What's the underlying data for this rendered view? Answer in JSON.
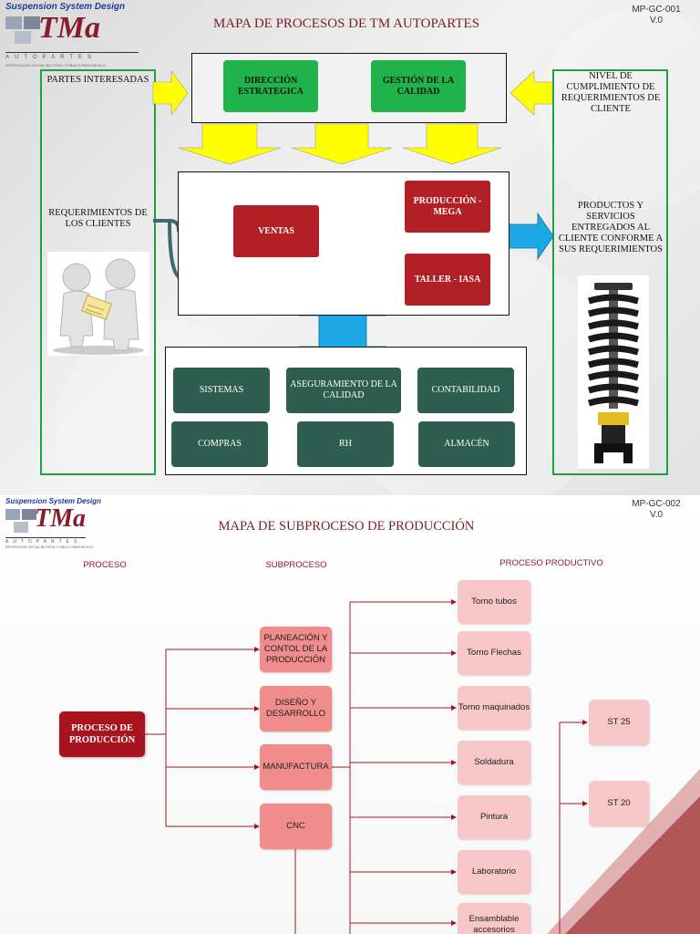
{
  "slide1": {
    "logo": {
      "brand": "Suspension System Design",
      "mark": "TMa",
      "sub": "AUTOPARTES",
      "tiny": "IMPORTADOR OFICIAL BILSTEIN Y EIBACH PARA MEXICO"
    },
    "code": "MP-GC-001",
    "version": "V.0",
    "title": "MAPA DE PROCESOS DE TM AUTOPARTES",
    "left_top_label": "PARTES INTERESADAS",
    "left_mid_label": "REQUERIMIENTOS DE LOS CLIENTES",
    "right_top_label": "NIVEL DE CUMPLIMIENTO DE REQUERIMIENTOS DE CLIENTE",
    "right_mid_label": "PRODUCTOS Y SERVICIOS ENTREGADOS AL CLIENTE CONFORME A SUS REQUERIMIENTOS",
    "strategic": [
      "DIRECCIÓN ESTRATEGICA",
      "GESTIÓN DE LA CALIDAD"
    ],
    "core": {
      "ventas": "VENTAS",
      "produccion": "PRODUCCIÓN - MEGA",
      "taller": "TALLER - IASA"
    },
    "support": [
      "SISTEMAS",
      "ASEGURAMIENTO DE LA CALIDAD",
      "CONTABILIDAD",
      "COMPRAS",
      "RH",
      "ALMACÉN"
    ],
    "colors": {
      "green": "#1fb34a",
      "red": "#b21f24",
      "teal": "#2e5e4f",
      "yellow": "#ffff00",
      "blue": "#1ea7e6"
    }
  },
  "slide2": {
    "logo": {
      "brand": "Suspension System Design",
      "mark": "TMa",
      "sub": "AUTOPARTES",
      "tiny": "IMPORTADOR OFICIAL BILSTEIN Y EIBACH PARA MEXICO"
    },
    "code": "MP-GC-002",
    "version": "V.0",
    "title": "MAPA DE SUBPROCESO DE PRODUCCIÓN",
    "headers": {
      "proceso": "PROCESO",
      "subproceso": "SUBPROCESO",
      "productivo": "PROCESO PRODUCTIVO"
    },
    "main": "PROCESO DE PRODUCCIÓN",
    "subprocesses": [
      "PLANEACIÓN Y CONTOL DE LA PRODUCCIÓN",
      "DISEÑO Y DESARROLLO",
      "MANUFACTURA",
      "CNC"
    ],
    "productive": [
      "Torno tubos",
      "Torno Flechas",
      "Torno maquinados",
      "Soldadura",
      "Pintura",
      "Laboratorio",
      "Ensamblable accesorios"
    ],
    "st": [
      "ST 25",
      "ST 20"
    ],
    "colors": {
      "main": "#a8141e",
      "sub": "#f08c8c",
      "prod": "#f7c6c6",
      "line": "#a8141e"
    }
  }
}
